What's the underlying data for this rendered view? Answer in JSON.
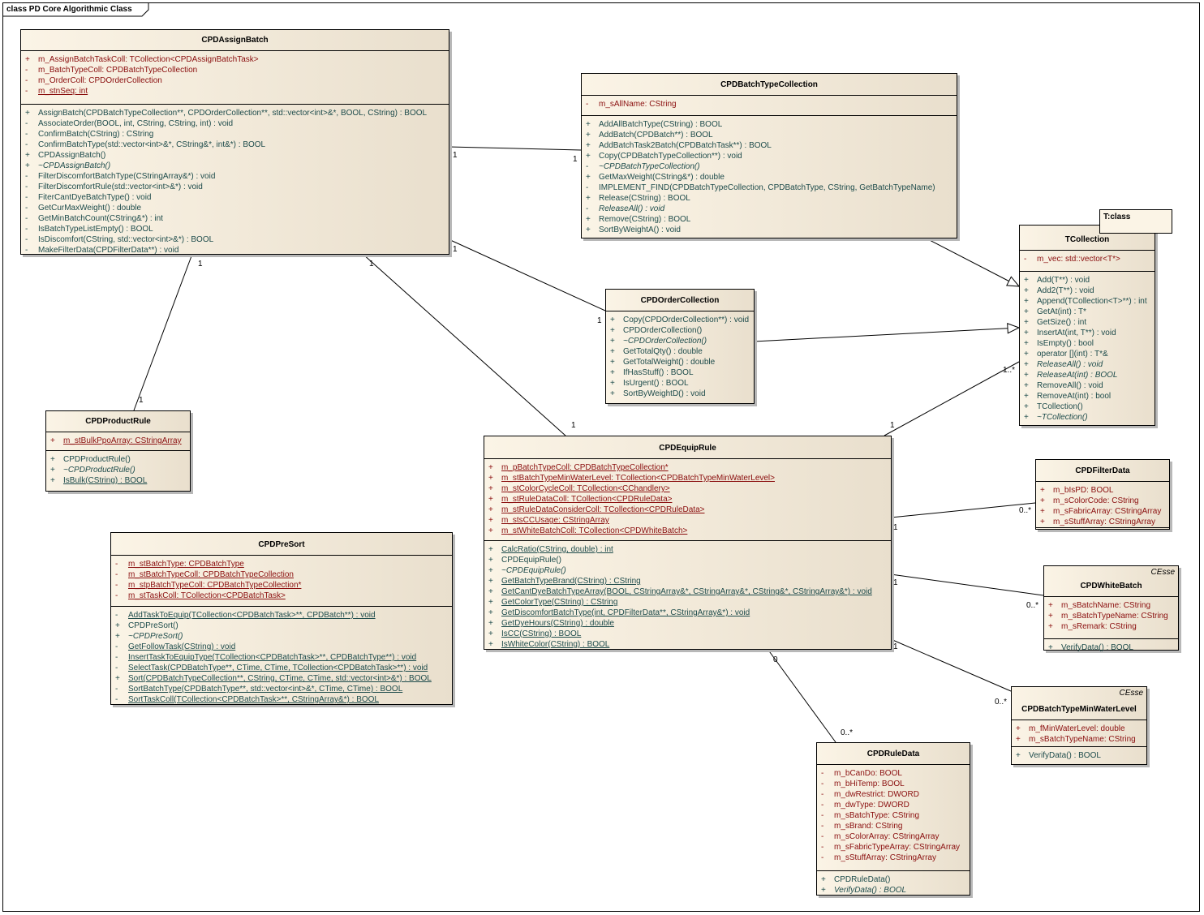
{
  "frame_title": "class PD Core Algorithmic Class",
  "colors": {
    "attribute_text": "#8a0e0e",
    "operation_text": "#1d4b4b",
    "class_fill": "#f5ecdc"
  },
  "template_parameter": "T:class",
  "classes": [
    {
      "name": "CPDAssignBatch",
      "attributes": [
        {
          "vis": "+",
          "text": "m_AssignBatchTaskColl:  TCollection<CPDAssignBatchTask>"
        },
        {
          "vis": "-",
          "text": "m_BatchTypeColl:  CPDBatchTypeCollection"
        },
        {
          "vis": "-",
          "text": "m_OrderColl:  CPDOrderCollection"
        },
        {
          "vis": "-",
          "text": "m_stnSeq:  int",
          "static": true
        }
      ],
      "operations": [
        {
          "vis": "+",
          "text": "AssignBatch(CPDBatchTypeCollection**, CPDOrderCollection**, std::vector<int>&*, BOOL, CString) : BOOL"
        },
        {
          "vis": "-",
          "text": "AssociateOrder(BOOL, int, CString, CString, int) : void"
        },
        {
          "vis": "-",
          "text": "ConfirmBatch(CString) : CString"
        },
        {
          "vis": "-",
          "text": "ConfirmBatchType(std::vector<int>&*, CString&*, int&*) : BOOL"
        },
        {
          "vis": "+",
          "text": "CPDAssignBatch()"
        },
        {
          "vis": "+",
          "text": "~CPDAssignBatch()",
          "italic": true
        },
        {
          "vis": "-",
          "text": "FilterDiscomfortBatchType(CStringArray&*) : void"
        },
        {
          "vis": "-",
          "text": "FilterDiscomfortRule(std::vector<int>&*) : void"
        },
        {
          "vis": "-",
          "text": "FiterCantDyeBatchType() : void"
        },
        {
          "vis": "-",
          "text": "GetCurMaxWeight() : double"
        },
        {
          "vis": "-",
          "text": "GetMinBatchCount(CString&*) : int"
        },
        {
          "vis": "-",
          "text": "IsBatchTypeListEmpty() : BOOL"
        },
        {
          "vis": "-",
          "text": "IsDiscomfort(CString, std::vector<int>&*) : BOOL"
        },
        {
          "vis": "-",
          "text": "MakeFilterData(CPDFilterData**) : void"
        }
      ]
    },
    {
      "name": "CPDBatchTypeCollection",
      "attributes": [
        {
          "vis": "-",
          "text": "m_sAllName:  CString"
        }
      ],
      "operations": [
        {
          "vis": "+",
          "text": "AddAllBatchType(CString) : BOOL"
        },
        {
          "vis": "+",
          "text": "AddBatch(CPDBatch**) : BOOL"
        },
        {
          "vis": "+",
          "text": "AddBatchTask2Batch(CPDBatchTask**) : BOOL"
        },
        {
          "vis": "+",
          "text": "Copy(CPDBatchTypeCollection**) : void"
        },
        {
          "vis": "-",
          "text": "~CPDBatchTypeCollection()",
          "italic": true
        },
        {
          "vis": "+",
          "text": "GetMaxWeight(CString&*) : double"
        },
        {
          "vis": "-",
          "text": "IMPLEMENT_FIND(CPDBatchTypeCollection, CPDBatchType, CString, GetBatchTypeName)"
        },
        {
          "vis": "+",
          "text": "Release(CString) : BOOL"
        },
        {
          "vis": "-",
          "text": "ReleaseAll() : void",
          "italic": true
        },
        {
          "vis": "+",
          "text": "Remove(CString) : BOOL"
        },
        {
          "vis": "+",
          "text": "SortByWeightA() : void"
        }
      ]
    },
    {
      "name": "TCollection",
      "attributes": [
        {
          "vis": "-",
          "text": "m_vec:  std::vector<T*>"
        }
      ],
      "operations": [
        {
          "vis": "+",
          "text": "Add(T**) : void"
        },
        {
          "vis": "+",
          "text": "Add2(T**) : void"
        },
        {
          "vis": "+",
          "text": "Append(TCollection<T>**) : int"
        },
        {
          "vis": "+",
          "text": "GetAt(int) : T*"
        },
        {
          "vis": "+",
          "text": "GetSize() : int"
        },
        {
          "vis": "+",
          "text": "InsertAt(int, T**) : void"
        },
        {
          "vis": "+",
          "text": "IsEmpty() : bool"
        },
        {
          "vis": "+",
          "text": "operator [](int) : T*&"
        },
        {
          "vis": "+",
          "text": "ReleaseAll() : void",
          "italic": true
        },
        {
          "vis": "+",
          "text": "ReleaseAt(int) : BOOL",
          "italic": true
        },
        {
          "vis": "+",
          "text": "RemoveAll() : void"
        },
        {
          "vis": "+",
          "text": "RemoveAt(int) : bool"
        },
        {
          "vis": "+",
          "text": "TCollection()"
        },
        {
          "vis": "+",
          "text": "~TCollection()",
          "italic": true
        }
      ]
    },
    {
      "name": "CPDOrderCollection",
      "attributes": [],
      "operations": [
        {
          "vis": "+",
          "text": "Copy(CPDOrderCollection**) : void"
        },
        {
          "vis": "+",
          "text": "CPDOrderCollection()"
        },
        {
          "vis": "+",
          "text": "~CPDOrderCollection()",
          "italic": true
        },
        {
          "vis": "+",
          "text": "GetTotalQty() : double"
        },
        {
          "vis": "+",
          "text": "GetTotalWeight() : double"
        },
        {
          "vis": "+",
          "text": "IfHasStuff() : BOOL"
        },
        {
          "vis": "+",
          "text": "IsUrgent() : BOOL"
        },
        {
          "vis": "+",
          "text": "SortByWeightD() : void"
        }
      ]
    },
    {
      "name": "CPDProductRule",
      "attributes": [
        {
          "vis": "+",
          "text": "m_stBulkPpoArray:  CStringArray",
          "static": true
        }
      ],
      "operations": [
        {
          "vis": "+",
          "text": "CPDProductRule()"
        },
        {
          "vis": "+",
          "text": "~CPDProductRule()",
          "italic": true
        },
        {
          "vis": "+",
          "text": "IsBulk(CString) : BOOL",
          "static": true
        }
      ]
    },
    {
      "name": "CPDEquipRule",
      "attributes": [
        {
          "vis": "+",
          "text": "m_pBatchTypeColl:  CPDBatchTypeCollection*",
          "static": true
        },
        {
          "vis": "+",
          "text": "m_stBatchTypeMinWaterLevel:  TCollection<CPDBatchTypeMinWaterLevel>",
          "static": true
        },
        {
          "vis": "+",
          "text": "m_stColorCycleColl:  TCollection<CChandlery>",
          "static": true
        },
        {
          "vis": "+",
          "text": "m_stRuleDataColl:  TCollection<CPDRuleData>",
          "static": true
        },
        {
          "vis": "+",
          "text": "m_stRuleDataConsiderColl:  TCollection<CPDRuleData>",
          "static": true
        },
        {
          "vis": "+",
          "text": "m_stsCCUsage:  CStringArray",
          "static": true
        },
        {
          "vis": "+",
          "text": "m_stWhiteBatchColl:  TCollection<CPDWhiteBatch>",
          "static": true
        }
      ],
      "operations": [
        {
          "vis": "+",
          "text": "CalcRatio(CString, double) : int",
          "static": true
        },
        {
          "vis": "+",
          "text": "CPDEquipRule()"
        },
        {
          "vis": "+",
          "text": "~CPDEquipRule()",
          "italic": true
        },
        {
          "vis": "+",
          "text": "GetBatchTypeBrand(CString) : CString",
          "static": true
        },
        {
          "vis": "+",
          "text": "GetCantDyeBatchTypeArray(BOOL, CStringArray&*, CStringArray&*, CString&*, CStringArray&*) : void",
          "static": true
        },
        {
          "vis": "+",
          "text": "GetColorType(CString) : CString",
          "static": true
        },
        {
          "vis": "+",
          "text": "GetDiscomfortBatchType(int, CPDFilterData**, CStringArray&*) : void",
          "static": true
        },
        {
          "vis": "+",
          "text": "GetDyeHours(CString) : double",
          "static": true
        },
        {
          "vis": "+",
          "text": "IsCC(CString) : BOOL",
          "static": true
        },
        {
          "vis": "+",
          "text": "IsWhiteColor(CString) : BOOL",
          "static": true
        }
      ]
    },
    {
      "name": "CPDPreSort",
      "attributes": [
        {
          "vis": "-",
          "text": "m_stBatchType:  CPDBatchType",
          "static": true
        },
        {
          "vis": "-",
          "text": "m_stBatchTypeColl:  CPDBatchTypeCollection",
          "static": true
        },
        {
          "vis": "-",
          "text": "m_stpBatchTypeColl:  CPDBatchTypeCollection*",
          "static": true
        },
        {
          "vis": "-",
          "text": "m_stTaskColl:  TCollection<CPDBatchTask>",
          "static": true
        }
      ],
      "operations": [
        {
          "vis": "-",
          "text": "AddTaskToEquip(TCollection<CPDBatchTask>**, CPDBatch**) : void",
          "static": true
        },
        {
          "vis": "+",
          "text": "CPDPreSort()"
        },
        {
          "vis": "+",
          "text": "~CPDPreSort()",
          "italic": true
        },
        {
          "vis": "-",
          "text": "GetFollowTask(CString) : void",
          "static": true
        },
        {
          "vis": "-",
          "text": "InsertTaskToEquipType(TCollection<CPDBatchTask>**, CPDBatchType**) : void",
          "static": true
        },
        {
          "vis": "-",
          "text": "SelectTask(CPDBatchType**, CTime, CTime, TCollection<CPDBatchTask>**) : void",
          "static": true
        },
        {
          "vis": "+",
          "text": "Sort(CPDBatchTypeCollection**, CString, CTime, CTime, std::vector<int>&*) : BOOL",
          "static": true
        },
        {
          "vis": "-",
          "text": "SortBatchType(CPDBatchType**, std::vector<int>&*, CTime, CTime) : BOOL",
          "static": true
        },
        {
          "vis": "-",
          "text": "SortTaskColl(TCollection<CPDBatchTask>**, CStringArray&*) : BOOL",
          "static": true
        }
      ]
    },
    {
      "name": "CPDFilterData",
      "attributes": [
        {
          "vis": "+",
          "text": "m_bIsPD:  BOOL"
        },
        {
          "vis": "+",
          "text": "m_sColorCode:  CString"
        },
        {
          "vis": "+",
          "text": "m_sFabricArray:  CStringArray"
        },
        {
          "vis": "+",
          "text": "m_sStuffArray:  CStringArray"
        }
      ],
      "operations": []
    },
    {
      "name": "CPDWhiteBatch",
      "stereotype": "CEsse",
      "attributes": [
        {
          "vis": "+",
          "text": "m_sBatchName:  CString"
        },
        {
          "vis": "+",
          "text": "m_sBatchTypeName:  CString"
        },
        {
          "vis": "+",
          "text": "m_sRemark:  CString"
        }
      ],
      "operations": [
        {
          "vis": "+",
          "text": "VerifyData() : BOOL"
        }
      ]
    },
    {
      "name": "CPDBatchTypeMinWaterLevel",
      "stereotype": "CEsse",
      "attributes": [
        {
          "vis": "+",
          "text": "m_fMinWaterLevel:  double"
        },
        {
          "vis": "+",
          "text": "m_sBatchTypeName:  CString"
        }
      ],
      "operations": [
        {
          "vis": "+",
          "text": "VerifyData() : BOOL"
        }
      ]
    },
    {
      "name": "CPDRuleData",
      "attributes": [
        {
          "vis": "-",
          "text": "m_bCanDo:  BOOL"
        },
        {
          "vis": "-",
          "text": "m_bHiTemp:  BOOL"
        },
        {
          "vis": "-",
          "text": "m_dwRestrict:  DWORD"
        },
        {
          "vis": "-",
          "text": "m_dwType:  DWORD"
        },
        {
          "vis": "-",
          "text": "m_sBatchType:  CString"
        },
        {
          "vis": "-",
          "text": "m_sBrand:  CString"
        },
        {
          "vis": "-",
          "text": "m_sColorArray:  CStringArray"
        },
        {
          "vis": "-",
          "text": "m_sFabricTypeArray:  CStringArray"
        },
        {
          "vis": "-",
          "text": "m_sStuffArray:  CStringArray"
        }
      ],
      "operations": [
        {
          "vis": "+",
          "text": "CPDRuleData()"
        },
        {
          "vis": "+",
          "text": "VerifyData() : BOOL",
          "italic": true
        }
      ]
    }
  ],
  "relations": [
    {
      "type": "association",
      "from": "CPDAssignBatch",
      "to": "CPDBatchTypeCollection",
      "from_mult": "1",
      "to_mult": "1"
    },
    {
      "type": "association",
      "from": "CPDAssignBatch",
      "to": "CPDOrderCollection",
      "from_mult": "1",
      "to_mult": "1"
    },
    {
      "type": "association",
      "from": "CPDAssignBatch",
      "to": "CPDProductRule",
      "from_mult": "1",
      "to_mult": "1"
    },
    {
      "type": "association",
      "from": "CPDAssignBatch",
      "to": "CPDEquipRule",
      "from_mult": "1",
      "to_mult": "1"
    },
    {
      "type": "generalization",
      "from": "CPDBatchTypeCollection",
      "to": "TCollection"
    },
    {
      "type": "generalization",
      "from": "CPDOrderCollection",
      "to": "TCollection"
    },
    {
      "type": "association",
      "from": "CPDEquipRule",
      "to": "TCollection",
      "from_mult": "1",
      "to_mult": "1..*"
    },
    {
      "type": "association",
      "from": "CPDEquipRule",
      "to": "CPDFilterData",
      "from_mult": "1",
      "to_mult": "0..*"
    },
    {
      "type": "association",
      "from": "CPDEquipRule",
      "to": "CPDWhiteBatch",
      "from_mult": "1",
      "to_mult": "0..*"
    },
    {
      "type": "association",
      "from": "CPDEquipRule",
      "to": "CPDBatchTypeMinWaterLevel",
      "from_mult": "1",
      "to_mult": "0..*"
    },
    {
      "type": "association",
      "from": "CPDEquipRule",
      "to": "CPDRuleData",
      "from_mult": "0",
      "to_mult": "0..*"
    }
  ]
}
